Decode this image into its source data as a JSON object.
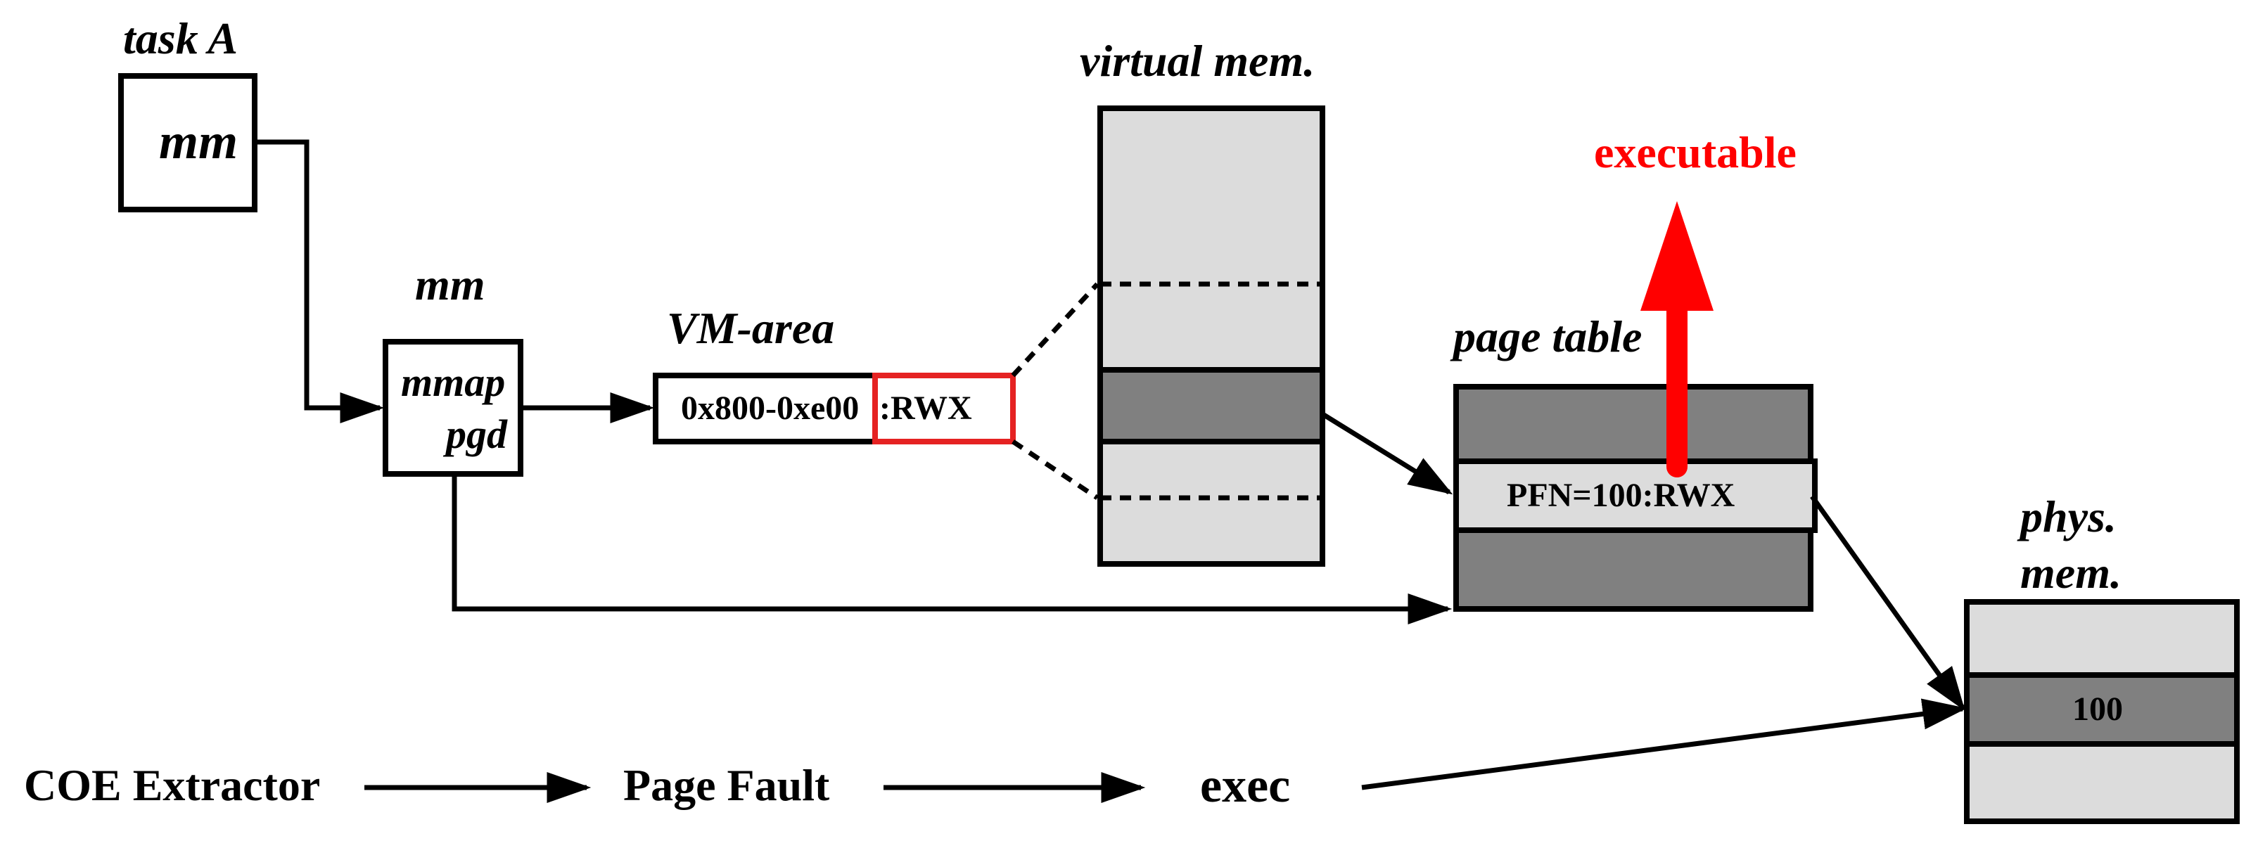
{
  "labels": {
    "task_a": "task A",
    "task_mm": "mm",
    "mm_title": "mm",
    "mm_mmap": "mmap",
    "mm_pgd": "pgd",
    "vm_area_title": "VM-area",
    "vm_area_range": "0x800-0xe00",
    "vm_area_perm": ":RWX",
    "virtual_mem": "virtual mem.",
    "page_table": "page table",
    "pte_entry": "PFN=100:RWX",
    "executable": "executable",
    "phys_mem_line1": "phys.",
    "phys_mem_line2": "mem.",
    "phys_frame": "100"
  },
  "flow": {
    "step1": "COE Extractor",
    "step2": "Page Fault",
    "step3": "exec"
  },
  "colors": {
    "light_gray": "#dcdcdc",
    "dark_gray": "#808080",
    "highlight_red": "#e52222",
    "arrow_red": "#ff0000"
  }
}
